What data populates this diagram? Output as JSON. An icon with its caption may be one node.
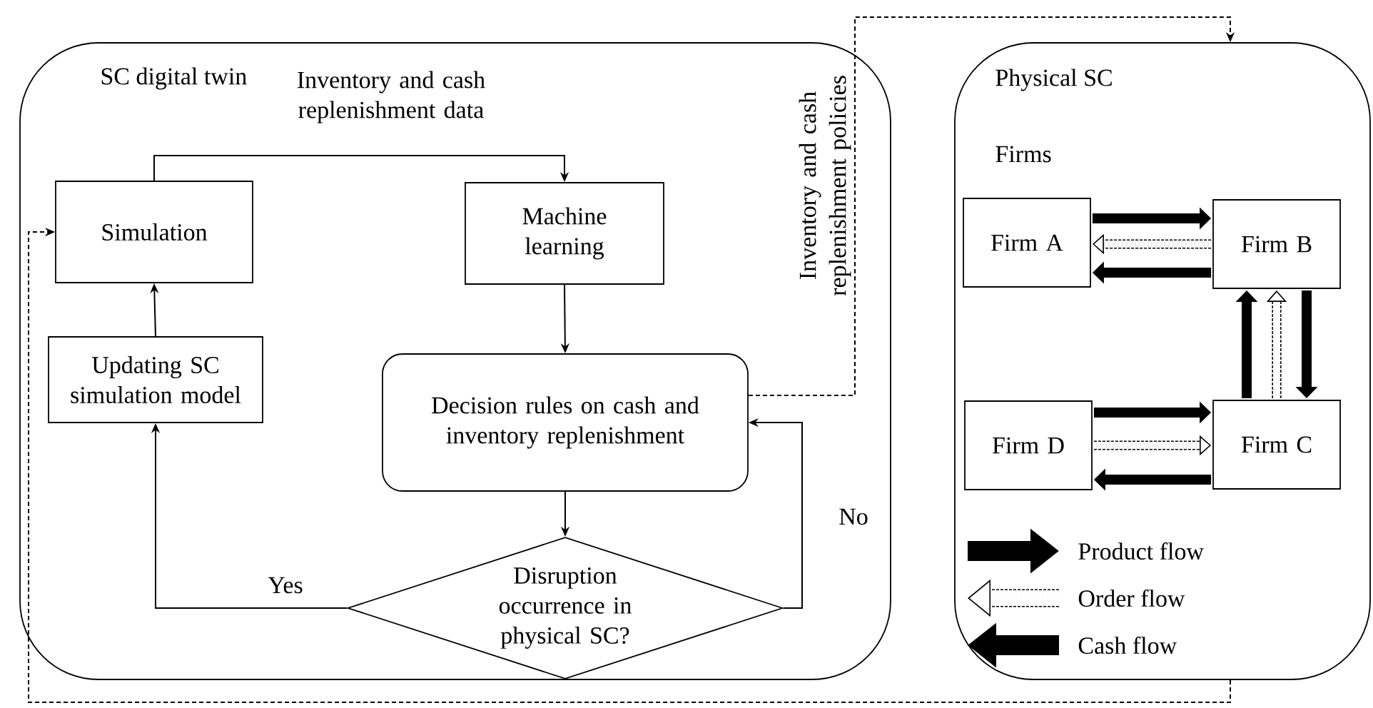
{
  "diagram": {
    "nodes": [
      {
        "text": [
          "SC digital twin"
        ]
      },
      {
        "text": [
          "Simulation"
        ],
        "in": 0
      },
      {
        "text": [
          "Machine learning"
        ],
        "in": 0
      },
      {
        "text": [
          "Updating SC simulation model"
        ],
        "in": 0
      },
      {
        "text": [
          "Decision rules on cash and inventory replenishment"
        ],
        "in": 0
      },
      {
        "text": [
          "Disruption occurrence in physical SC?"
        ],
        "in": 0
      },
      {
        "text": [
          "Physical SC",
          "Firms"
        ]
      },
      {
        "text": [
          "Firm A"
        ],
        "in": 6
      },
      {
        "text": [
          "Firm B"
        ],
        "in": 6
      },
      {
        "text": [
          "Firm D"
        ],
        "in": 6
      },
      {
        "text": [
          "Firm C"
        ],
        "in": 6
      }
    ],
    "edges": [
      {
        "from": 1,
        "to": 2,
        "arrow": "to",
        "label": "Inventory and cash replenishment data"
      },
      {
        "from": 2,
        "to": 4,
        "arrow": "to"
      },
      {
        "from": 4,
        "to": 5,
        "arrow": "to"
      },
      {
        "from": 5,
        "to": 3,
        "arrow": "to",
        "label": "Yes"
      },
      {
        "from": 5,
        "to": 4,
        "arrow": "to",
        "label": "No"
      },
      {
        "from": 3,
        "to": 1,
        "arrow": "to"
      },
      {
        "from": 4,
        "to": 6,
        "arrow": "to",
        "style": "dashed",
        "label": "Inventory and cash replenishment policies"
      },
      {
        "from": 6,
        "to": 1,
        "arrow": "to",
        "style": "dashed"
      },
      {
        "from": 7,
        "to": 8,
        "arrow": "to"
      },
      {
        "from": 8,
        "to": 7,
        "arrow": "to",
        "style": "dashed"
      },
      {
        "from": 8,
        "to": 7,
        "arrow": "to"
      },
      {
        "from": 10,
        "to": 8,
        "arrow": "to"
      },
      {
        "from": 10,
        "to": 8,
        "arrow": "to",
        "style": "dashed"
      },
      {
        "from": 8,
        "to": 10,
        "arrow": "to"
      },
      {
        "from": 9,
        "to": 10,
        "arrow": "to"
      },
      {
        "from": 9,
        "to": 10,
        "arrow": "to",
        "style": "dashed"
      },
      {
        "from": 10,
        "to": 9,
        "arrow": "to"
      }
    ],
    "legend": [
      {
        "text": "Product flow"
      },
      {
        "text": "Order flow"
      },
      {
        "text": "Cash flow"
      }
    ]
  }
}
